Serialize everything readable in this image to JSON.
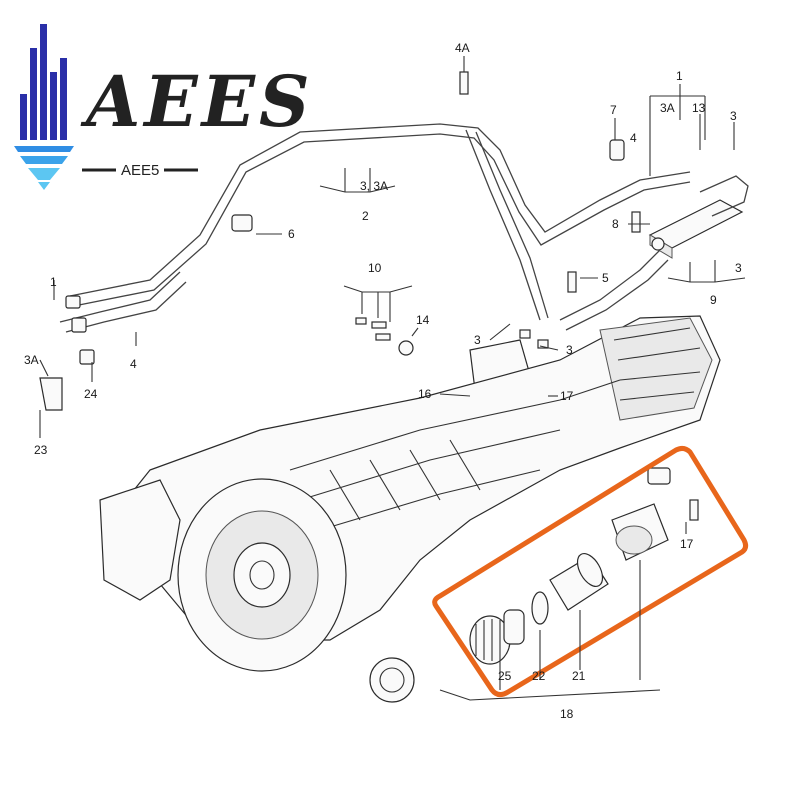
{
  "logo": {
    "wordmark": "AEES",
    "subtitle": "AEE5",
    "colors": {
      "bars": "#2a2fa8",
      "wave_top": "#2f8de4",
      "wave_bottom": "#5cc6f2",
      "text": "#222222"
    }
  },
  "highlight": {
    "color": "#e8661b"
  },
  "callouts": [
    {
      "id": "c-4A-top",
      "text": "4A"
    },
    {
      "id": "c-1",
      "text": "1"
    },
    {
      "id": "c-7",
      "text": "7"
    },
    {
      "id": "c-3A-r",
      "text": "3A"
    },
    {
      "id": "c-13",
      "text": "13"
    },
    {
      "id": "c-3-tr",
      "text": "3"
    },
    {
      "id": "c-4-r",
      "text": "4"
    },
    {
      "id": "c-3-3A",
      "text": "3, 3A"
    },
    {
      "id": "c-2",
      "text": "2"
    },
    {
      "id": "c-6",
      "text": "6"
    },
    {
      "id": "c-8",
      "text": "8"
    },
    {
      "id": "c-3-r2",
      "text": "3"
    },
    {
      "id": "c-9",
      "text": "9"
    },
    {
      "id": "c-10",
      "text": "10"
    },
    {
      "id": "c-5",
      "text": "5"
    },
    {
      "id": "c-1-l",
      "text": "1"
    },
    {
      "id": "c-14",
      "text": "14"
    },
    {
      "id": "c-3-m",
      "text": "3"
    },
    {
      "id": "c-3-m2",
      "text": "3"
    },
    {
      "id": "c-3A-l",
      "text": "3A"
    },
    {
      "id": "c-4-l",
      "text": "4"
    },
    {
      "id": "c-24",
      "text": "24"
    },
    {
      "id": "c-16",
      "text": "16"
    },
    {
      "id": "c-17-a",
      "text": "17"
    },
    {
      "id": "c-23",
      "text": "23"
    },
    {
      "id": "c-17-b",
      "text": "17"
    },
    {
      "id": "c-25",
      "text": "25"
    },
    {
      "id": "c-22",
      "text": "22"
    },
    {
      "id": "c-21",
      "text": "21"
    },
    {
      "id": "c-18",
      "text": "18"
    }
  ]
}
